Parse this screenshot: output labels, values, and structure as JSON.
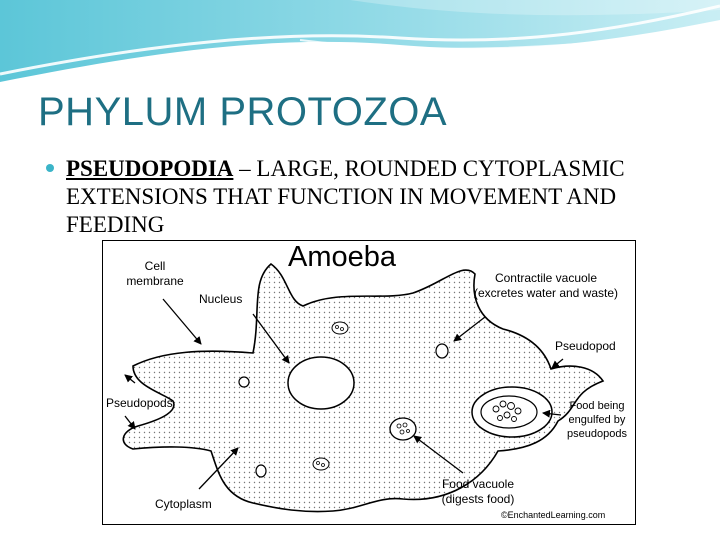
{
  "slide": {
    "title": "PHYLUM PROTOZOA",
    "bullet": {
      "term": "PSEUDOPODIA",
      "definition": " – LARGE, ROUNDED CYTOPLASMIC EXTENSIONS THAT FUNCTION IN MOVEMENT AND FEEDING"
    }
  },
  "diagram": {
    "title": "Amoeba",
    "labels": {
      "cell_membrane": "Cell membrane",
      "nucleus": "Nucleus",
      "contractile_vacuole": "Contractile vacuole (excretes water and waste)",
      "pseudopod": "Pseudopod",
      "pseudopods": "Pseudopods",
      "food_engulfed": "Food being engulfed by pseudopods",
      "cytoplasm": "Cytoplasm",
      "food_vacuole": "Food vacuole (digests food)"
    },
    "credit": "©EnchantedLearning.com"
  },
  "colors": {
    "title": "#1e6f83",
    "bullet": "#3bb4c8",
    "header_wave": "#7fd0de"
  }
}
